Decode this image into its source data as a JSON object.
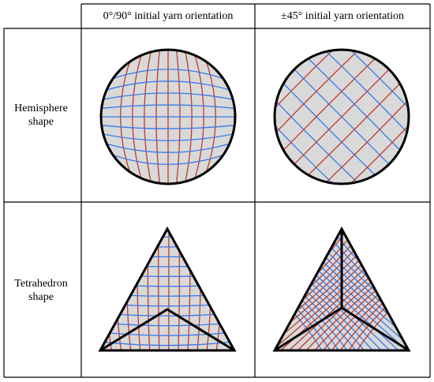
{
  "header": {
    "col1": "0°/90° initial yarn orientation",
    "col2": "±45° initial yarn orientation"
  },
  "rows": [
    {
      "line1": "Hemisphere",
      "line2": "shape"
    },
    {
      "line1": "Tetrahedron",
      "line2": "shape"
    }
  ],
  "colors": {
    "fill": "#d9d9d9",
    "warp": "#c0392b",
    "weft": "#3b78e7",
    "outline": "#000000",
    "grid": "#000000"
  }
}
